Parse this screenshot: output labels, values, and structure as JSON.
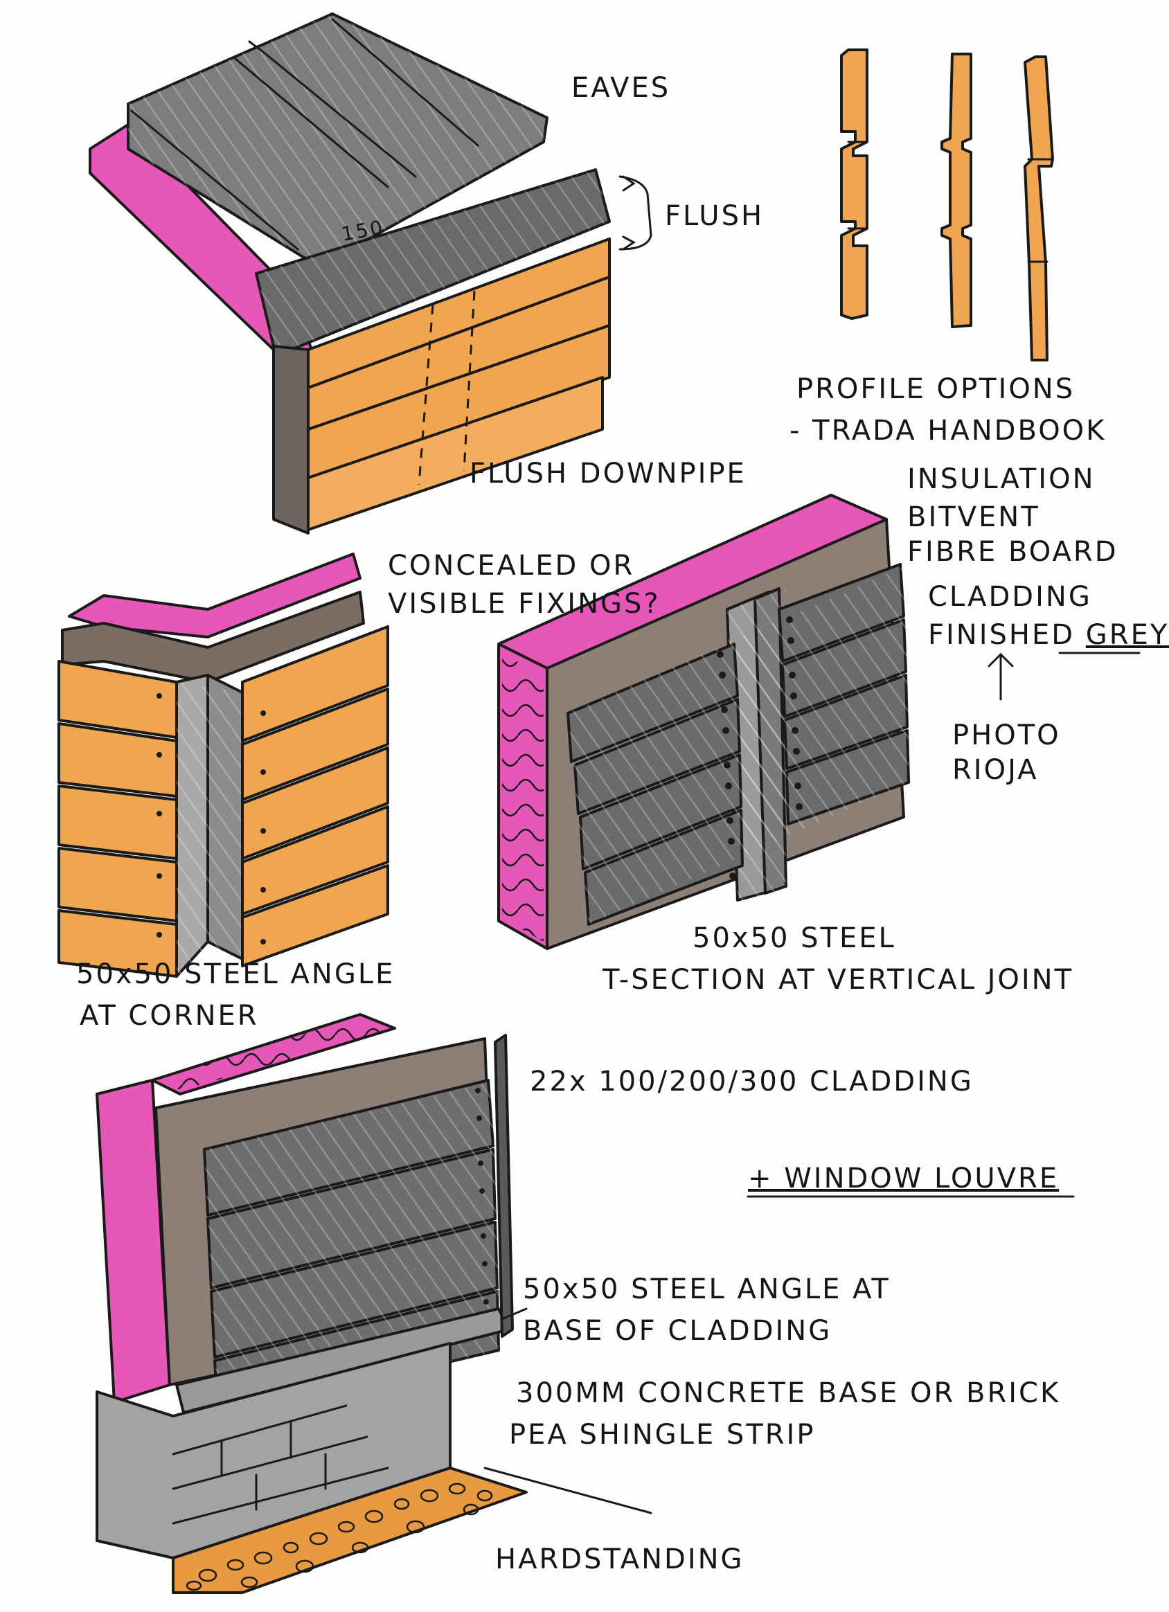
{
  "colors": {
    "insulation": "#e657b8",
    "timber": "#f0a551",
    "timber_light": "#f6c98a",
    "steel_grey": "#858585",
    "dark_grey": "#5c5c5c",
    "board_brown": "#8e7f76",
    "concrete": "#a3a3a3",
    "shingle": "#e79a42",
    "paper": "#fdfdfb",
    "ink": "#1a1a1a"
  },
  "labels": {
    "eaves": "EAVES",
    "flush": "FLUSH",
    "dim_150": "150",
    "flush_downpipe": "FLUSH DOWNPIPE",
    "profile_options_1": "PROFILE OPTIONS",
    "profile_options_2": "- TRADA HANDBOOK",
    "insulation": "INSULATION",
    "bitvent": "BITVENT",
    "fibre_board": "FIBRE BOARD",
    "cladding": "CLADDING",
    "finished_grey_prefix": "FINISHED ",
    "finished_grey_word": "GREY",
    "photo": "PHOTO",
    "rioja": "RIOJA",
    "concealed_1": "CONCEALED OR",
    "concealed_2": "VISIBLE FIXINGS?",
    "steel_angle_corner_1": "50x50 STEEL ANGLE",
    "steel_angle_corner_2": "AT CORNER",
    "steel_t_1": "50x50 STEEL",
    "steel_t_2": "T-SECTION AT VERTICAL JOINT",
    "cladding_sizes": "22x 100/200/300 CLADDING",
    "window_louvre": "+ WINDOW LOUVRE",
    "steel_angle_base_1": "50x50 STEEL ANGLE AT",
    "steel_angle_base_2": "BASE OF CLADDING",
    "concrete_base": "300MM CONCRETE BASE OR BRICK",
    "pea_shingle": "PEA SHINGLE STRIP",
    "hardstanding": "HARDSTANDING"
  }
}
